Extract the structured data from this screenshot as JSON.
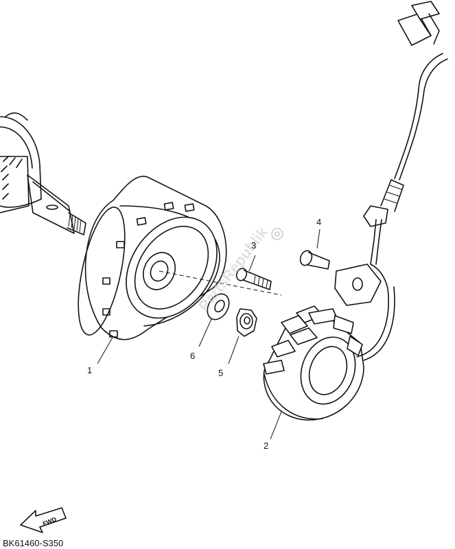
{
  "diagram": {
    "callouts": [
      "1",
      "2",
      "3",
      "4",
      "5",
      "6"
    ],
    "direction_label": "FWD",
    "drawing_code": "BK61460-S350",
    "watermark": "PartsRepublik"
  },
  "colors": {
    "line": "#111111",
    "background": "#ffffff",
    "watermark": "#c9c9c9"
  }
}
